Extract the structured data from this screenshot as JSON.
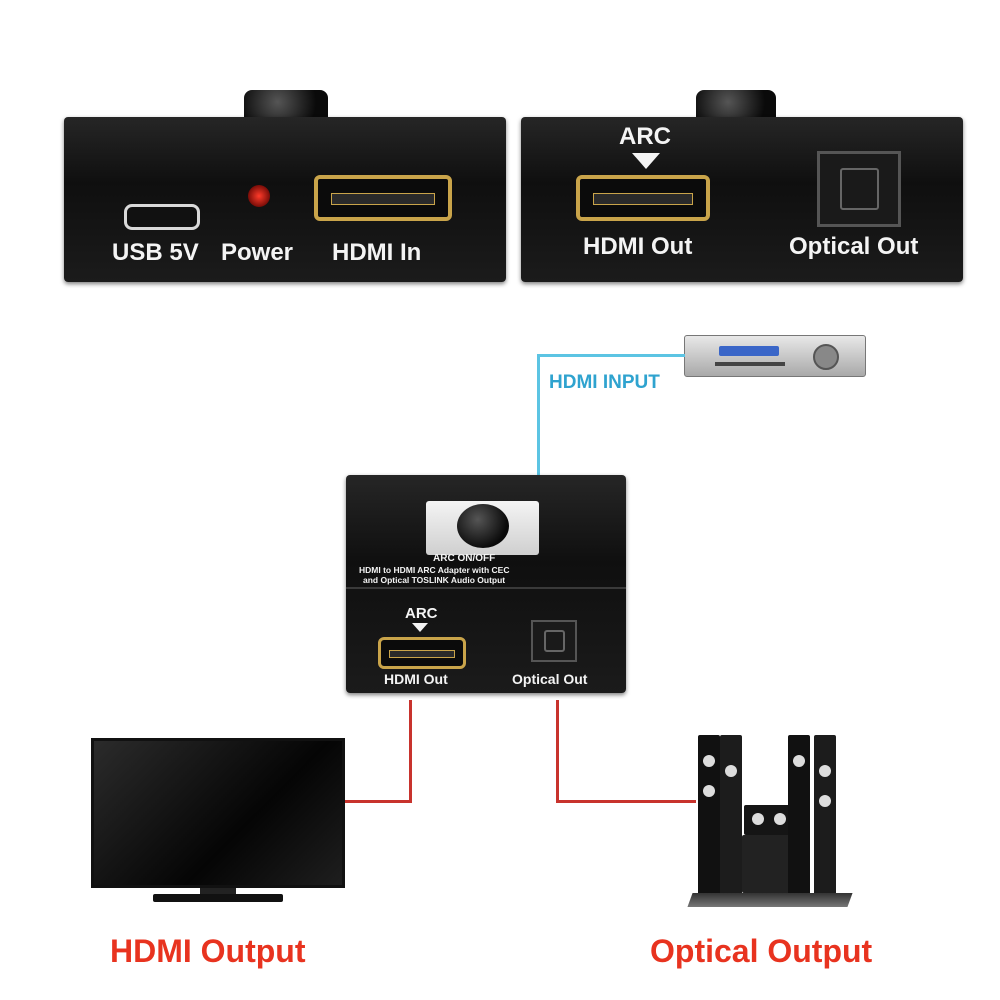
{
  "top_left_panel": {
    "usb_label": "USB 5V",
    "power_label": "Power",
    "hdmi_in_label": "HDMI In"
  },
  "top_right_panel": {
    "arc_label": "ARC",
    "hdmi_out_label": "HDMI Out",
    "optical_out_label": "Optical Out"
  },
  "diagram": {
    "hdmi_input_label": "HDMI INPUT",
    "device": {
      "button_label": "ARC ON/OFF",
      "description_line1": "HDMI to HDMI ARC Adapter with CEC",
      "description_line2": "and Optical TOSLINK Audio Output",
      "arc_label": "ARC",
      "hdmi_out_label": "HDMI Out",
      "optical_out_label": "Optical Out"
    },
    "hdmi_output_caption": "HDMI Output",
    "optical_output_caption": "Optical Output"
  },
  "colors": {
    "caption_red": "#e8331f",
    "hdmi_input_blue": "#2fa3cf",
    "wire_red": "#c8332d",
    "wire_blue": "#5cc4e3",
    "hdmi_gold": "#c9a44a"
  }
}
